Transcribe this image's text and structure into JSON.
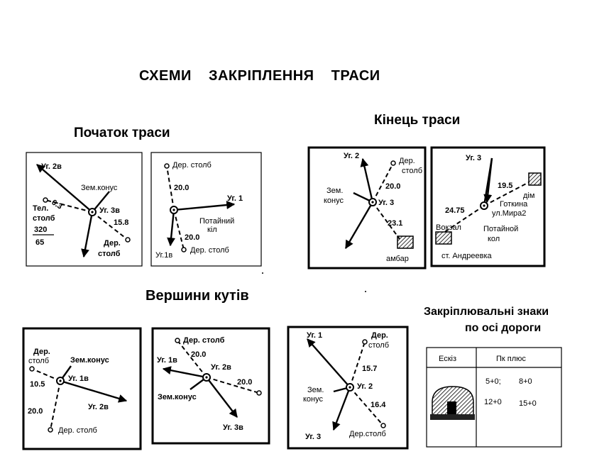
{
  "titles": {
    "main": "СХЕМИ    ЗАКРІПЛЕННЯ   ТРАСИ",
    "start": "Початок траси",
    "end": "Кінець траси",
    "vertices": "Вершини кутів",
    "signs_line1": "Закріплювальні знаки",
    "signs_line2": "по осі дороги"
  },
  "start_left": {
    "ug2v": "Уг. 2в",
    "zem_konus": "Зем.конус",
    "tel": "Тел.",
    "stolb": "столб",
    "d63": "6.3",
    "ug3v": "Уг. 3в",
    "d158": "15.8",
    "n320": "320",
    "n65": "65",
    "der": "Дер.",
    "stolb2": "столб"
  },
  "start_right": {
    "der_stolb_top": "Дер. столб",
    "d200a": "20.0",
    "ug1": "Уг. 1",
    "potaynoy": "Потайний",
    "kil": "кіл",
    "d200b": "20.0",
    "ug1v": "Уг.1в",
    "der_stolb_bot": "Дер. столб"
  },
  "end_left": {
    "ug2": "Уг. 2",
    "der": "Дер.",
    "stolb": "столб",
    "zem": "Зем.",
    "konus": "конус",
    "d200": "20.0",
    "ug3": "Уг. 3",
    "d231": "23.1",
    "ambar": "амбар"
  },
  "end_right": {
    "ug3": "Уг. 3",
    "d195": "19.5",
    "dim": "дім",
    "gotkina": "Готкина",
    "mira": "ул.Мира2",
    "d2475": "24.75",
    "vokzal": "Вокзал",
    "potaynoy": "Потайной",
    "kol": "кол",
    "andreevka": "ст. Андреевка"
  },
  "vert_1": {
    "der": "Дер.",
    "stolb": "столб",
    "zem_konus": "Зем.конус",
    "d105": "10.5",
    "ug1v": "Уг. 1в",
    "d200": "20.0",
    "ug2v": "Уг. 2в",
    "der_stolb": "Дер. столб"
  },
  "vert_2": {
    "der_stolb": "Дер. столб",
    "ug1v": "Уг. 1в",
    "d200a": "20.0",
    "ug2v": "Уг. 2в",
    "d200b": "20.0",
    "zem_konus": "Зем.конус",
    "ug3v": "Уг. 3в"
  },
  "vert_3": {
    "ug1": "Уг. 1",
    "der": "Дер.",
    "stolb": "столб",
    "d157": "15.7",
    "zem": "Зем.",
    "konus": "конус",
    "ug2": "Уг. 2",
    "d164": "16.4",
    "ug3": "Уг. 3",
    "der_stolb": "Дер.столб"
  },
  "signs_table": {
    "col_sketch": "Ескіз",
    "col_pk": "Пк плюс",
    "r1c1": "5+0;",
    "r1c2": "8+0",
    "r2c1": "12+0",
    "r2c2": "15+0"
  }
}
